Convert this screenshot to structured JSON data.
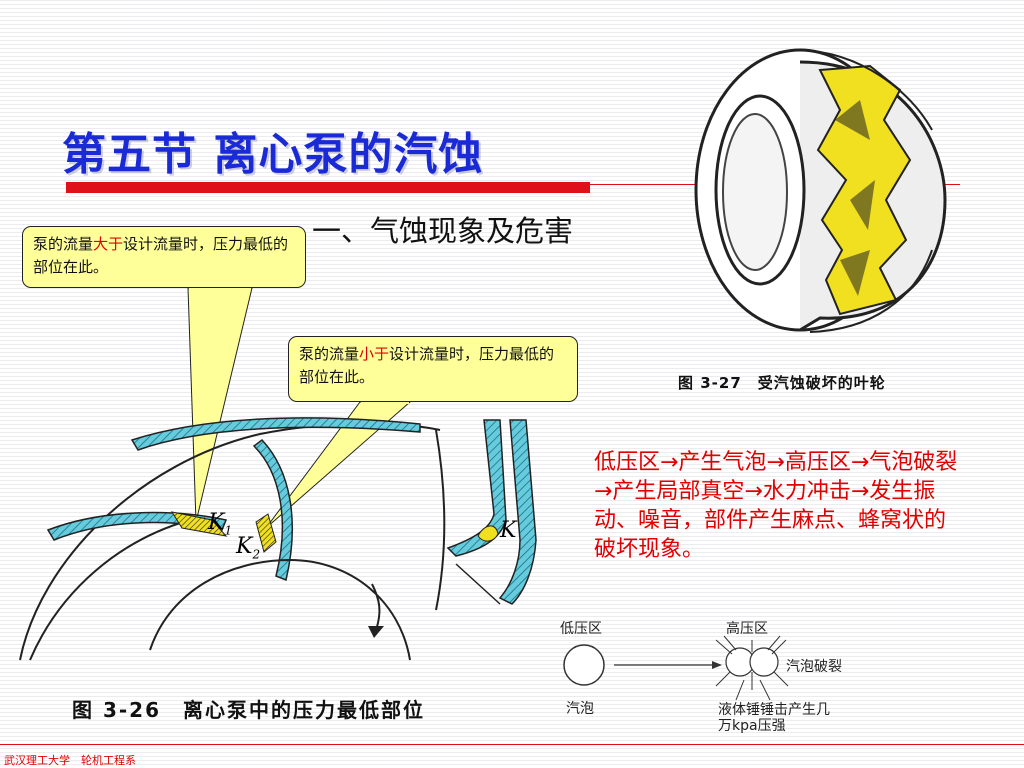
{
  "title": "第五节 离心泵的汽蚀",
  "subtitle": "一、气蚀现象及危害",
  "callout1": {
    "pre": "泵的流量",
    "highlight": "大于",
    "post": "设计流量时，压力最低的部位在此。"
  },
  "callout2": {
    "pre": "泵的流量",
    "highlight": "小于",
    "post": "设计流量时，压力最低的部位在此。"
  },
  "figure_27_caption": "图 3-27　受汽蚀破坏的叶轮",
  "figure_26_caption": "图 3-26　离心泵中的压力最低部位",
  "labels": {
    "k1": "K",
    "k1_sub": "1",
    "k2": "K",
    "k2_sub": "2",
    "k": "K"
  },
  "description": "低压区→产生气泡→高压区→气泡破裂→产生局部真空→水力冲击→发生振动、噪音，部件产生麻点、蜂窝状的破坏现象。",
  "flow": {
    "low_pressure": "低压区",
    "high_pressure": "高压区",
    "bubble": "汽泡",
    "bubble_burst": "汽泡破裂",
    "impact_line1": "液体锤锤击产生几",
    "impact_line2": "万kpa压强"
  },
  "footer": "武汉理工大学　轮机工程系",
  "colors": {
    "title": "#1a2ad6",
    "accent": "#e0101a",
    "callout": "#ffff99",
    "blade": "#66ccdd",
    "damage": "#f0e020"
  }
}
